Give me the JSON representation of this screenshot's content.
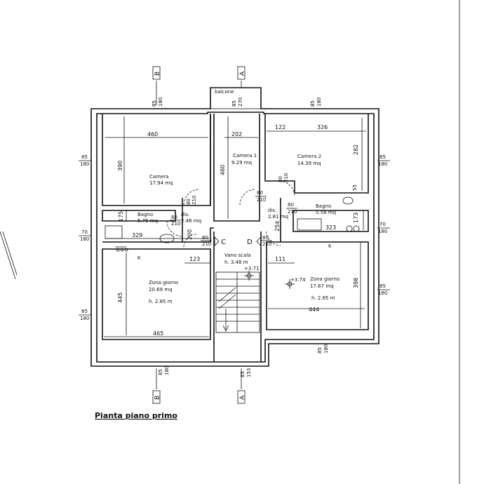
{
  "title": "Pianta piano primo",
  "section_marks": {
    "b_top": "B",
    "a_top": "A",
    "b_bottom": "B",
    "a_bottom": "A",
    "c": "C",
    "d": "D"
  },
  "balcony": "balcone",
  "rooms": [
    {
      "id": "camera",
      "name": "Camera",
      "area": "17.94 mq"
    },
    {
      "id": "camera1",
      "name": "Camera 1",
      "area": "9.29 mq"
    },
    {
      "id": "camera2",
      "name": "Camera 2",
      "area": "14.39 mq"
    },
    {
      "id": "bagno-left",
      "name": "Bagno",
      "area": "5.75 mq"
    },
    {
      "id": "dis-left",
      "name": "dis.",
      "area": "2.46 mq"
    },
    {
      "id": "dis-right",
      "name": "dis.",
      "area": "2.81 mq"
    },
    {
      "id": "bagno-right",
      "name": "Bagno",
      "area": "5.58 mq"
    },
    {
      "id": "vano",
      "name": "Vano scala",
      "area": "h. 3.48 m"
    },
    {
      "id": "zona-left",
      "name": "Zona giorno",
      "area": "20.69 mq",
      "height": "h. 2.85 m"
    },
    {
      "id": "zona-right",
      "name": "Zona giorno",
      "area": "17.67 mq",
      "height": "h. 2.85 m"
    }
  ],
  "dimensions": {
    "camera_w": "460",
    "camera_h": "390",
    "camera1_w": "202",
    "camera1_h": "460",
    "camera2_w1": "122",
    "camera2_w2": "326",
    "camera2_h": "282",
    "camera2_h2": "55",
    "bagno_l_w": "329",
    "bagno_l_h": "175",
    "bagno_r_w": "323",
    "bagno_r_h": "173",
    "dis_l_h": "200",
    "dis_r_h": "254",
    "zona_l_w1": "123",
    "zona_l_w2": "465",
    "zona_l_h": "445",
    "zona_r_w1": "111",
    "zona_r_w2": "444",
    "zona_r_h": "398"
  },
  "openings": {
    "w_top_left": [
      "85",
      "180"
    ],
    "w_top_mid": [
      "85",
      "270"
    ],
    "w_top_right": [
      "85",
      "180"
    ],
    "w_left_top": [
      "85",
      "180"
    ],
    "w_left_mid": [
      "70",
      "180"
    ],
    "w_left_bot": [
      "85",
      "180"
    ],
    "w_right_top": [
      "85",
      "180"
    ],
    "w_right_mid": [
      "70",
      "180"
    ],
    "w_right_bot": [
      "85",
      "180"
    ],
    "w_bot_left": [
      "85",
      "180"
    ],
    "w_bot_mid": [
      "85",
      "153"
    ],
    "w_bot_right": [
      "85",
      "180"
    ],
    "d_bagno_l": [
      "80",
      "210"
    ],
    "d_bagno_l2": [
      "80",
      "210"
    ],
    "d_dis_l": [
      "80",
      "210"
    ],
    "d_cam1": [
      "80",
      "210"
    ],
    "d_cam2": [
      "80",
      "210"
    ],
    "d_bagno_r": [
      "80",
      "210"
    ],
    "d_dis_r": [
      "80",
      "210"
    ]
  },
  "levels": {
    "stair": "+3.71",
    "zona": "+3.74"
  },
  "misc": {
    "k_left": "K",
    "k_right": "K"
  }
}
